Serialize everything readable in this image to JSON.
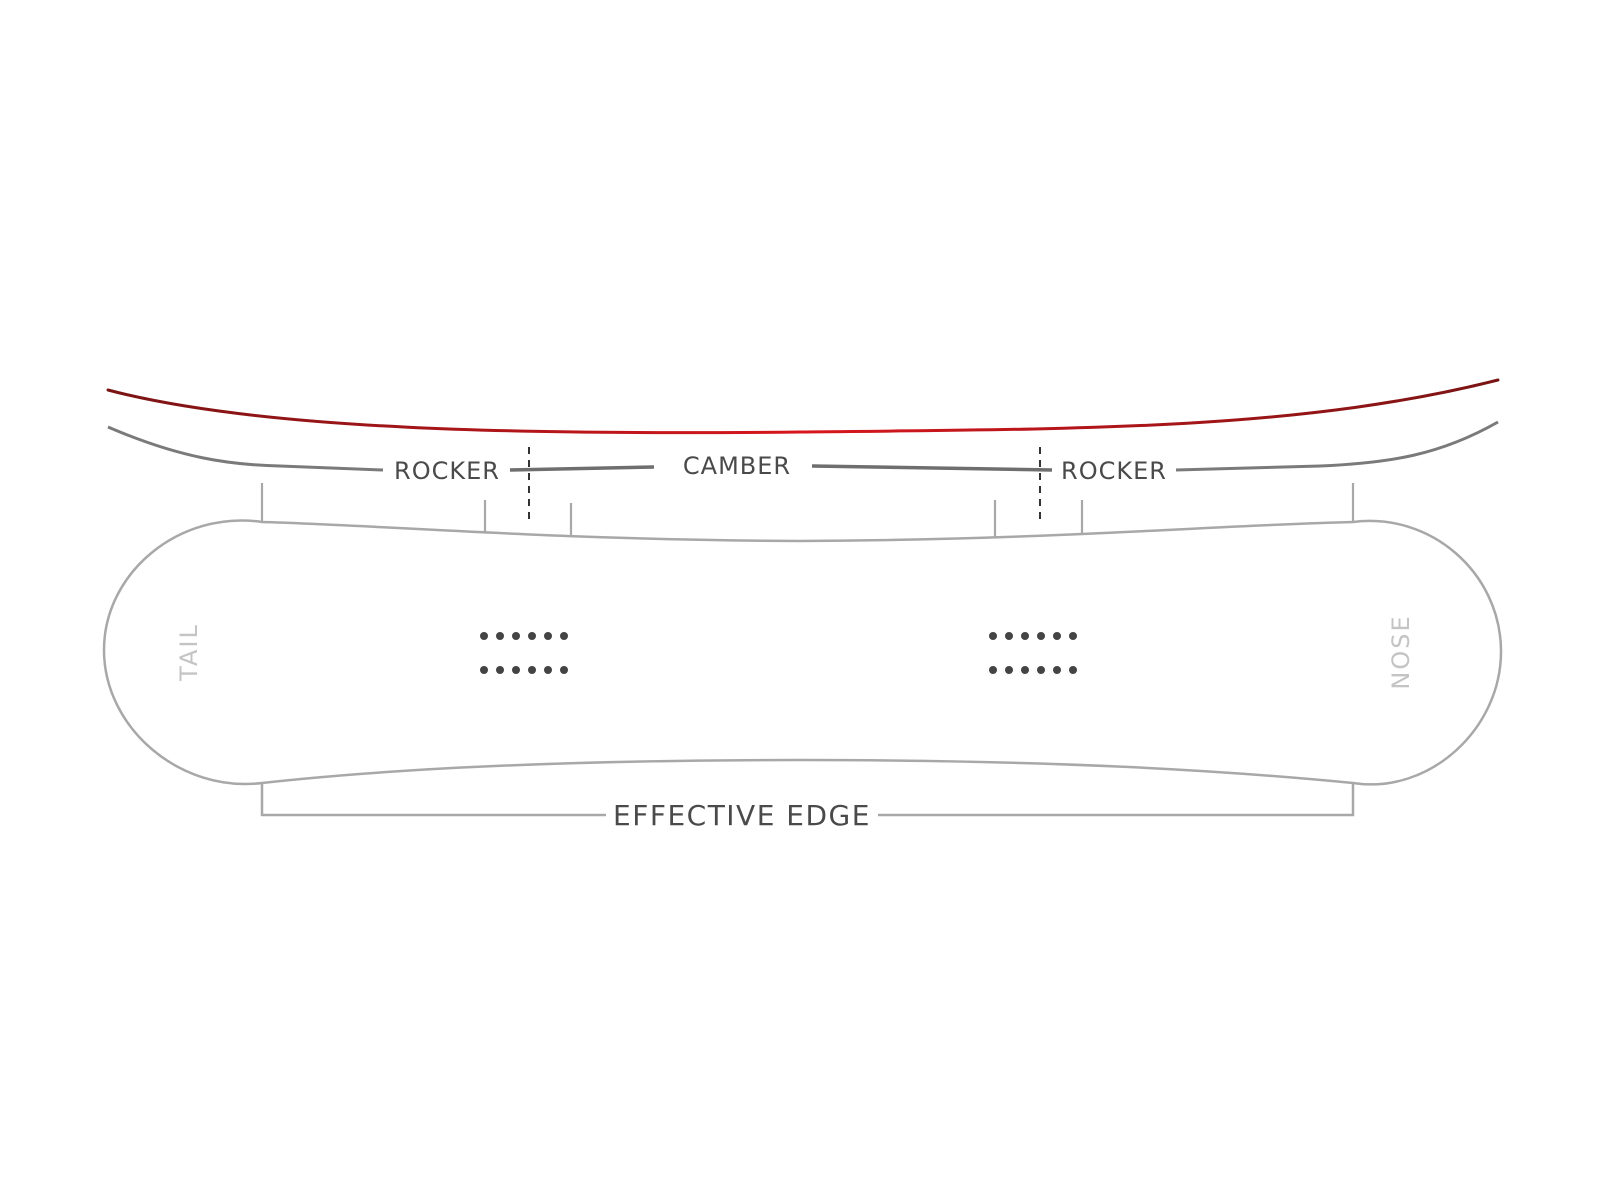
{
  "profile": {
    "labels": {
      "rocker_tail": "ROCKER",
      "camber": "CAMBER",
      "rocker_nose": "ROCKER"
    }
  },
  "board": {
    "tail_label": "TAIL",
    "nose_label": "NOSE",
    "insert_groups": 2,
    "insert_rows_per_group": 2,
    "inserts_per_row": 6
  },
  "effective_edge": {
    "label": "EFFECTIVE EDGE"
  },
  "colors": {
    "profile_line_red": "#c8161d",
    "profile_line_dark_red": "#7a1414",
    "outline_gray": "#a8a8a8",
    "bracket_gray": "#6e6e6e",
    "label_text": "#4a4a4a",
    "end_label_text": "#c4c4c4",
    "insert_dot": "#444444"
  }
}
